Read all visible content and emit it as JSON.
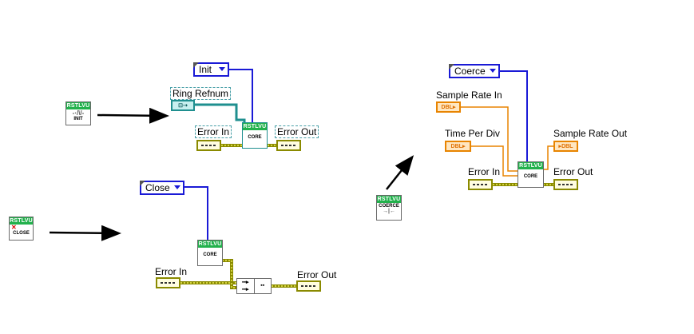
{
  "colors": {
    "enum_border": "#1a1ad6",
    "error_wire": "#8a8a00",
    "dbl_wire": "#e88400",
    "ref_wire": "#1f8f8f",
    "vi_header": "#22b14c"
  },
  "legend_icons": [
    {
      "header": "RSTLVU",
      "caption": "INIT",
      "symbol": "-·/\\/-"
    },
    {
      "header": "RSTLVU",
      "caption": "CLOSE",
      "symbol": "✕"
    },
    {
      "header": "RSTLVU",
      "caption": "COERCE",
      "symbol": "→|←"
    }
  ],
  "init_diagram": {
    "enum_value": "Init",
    "ring_refnum_label": "Ring Refnum",
    "error_in_label": "Error In",
    "error_out_label": "Error Out",
    "core": {
      "header": "RSTLVU",
      "caption": "CORE"
    }
  },
  "close_diagram": {
    "enum_value": "Close",
    "error_in_label": "Error In",
    "error_out_label": "Error Out",
    "core": {
      "header": "RSTLVU",
      "caption": "CORE"
    }
  },
  "coerce_diagram": {
    "enum_value": "Coerce",
    "sample_rate_in_label": "Sample Rate In",
    "time_per_div_label": "Time Per Div",
    "sample_rate_out_label": "Sample Rate Out",
    "error_in_label": "Error In",
    "error_out_label": "Error Out",
    "dbl_text": "DBL",
    "core": {
      "header": "RSTLVU",
      "caption": "CORE"
    }
  }
}
